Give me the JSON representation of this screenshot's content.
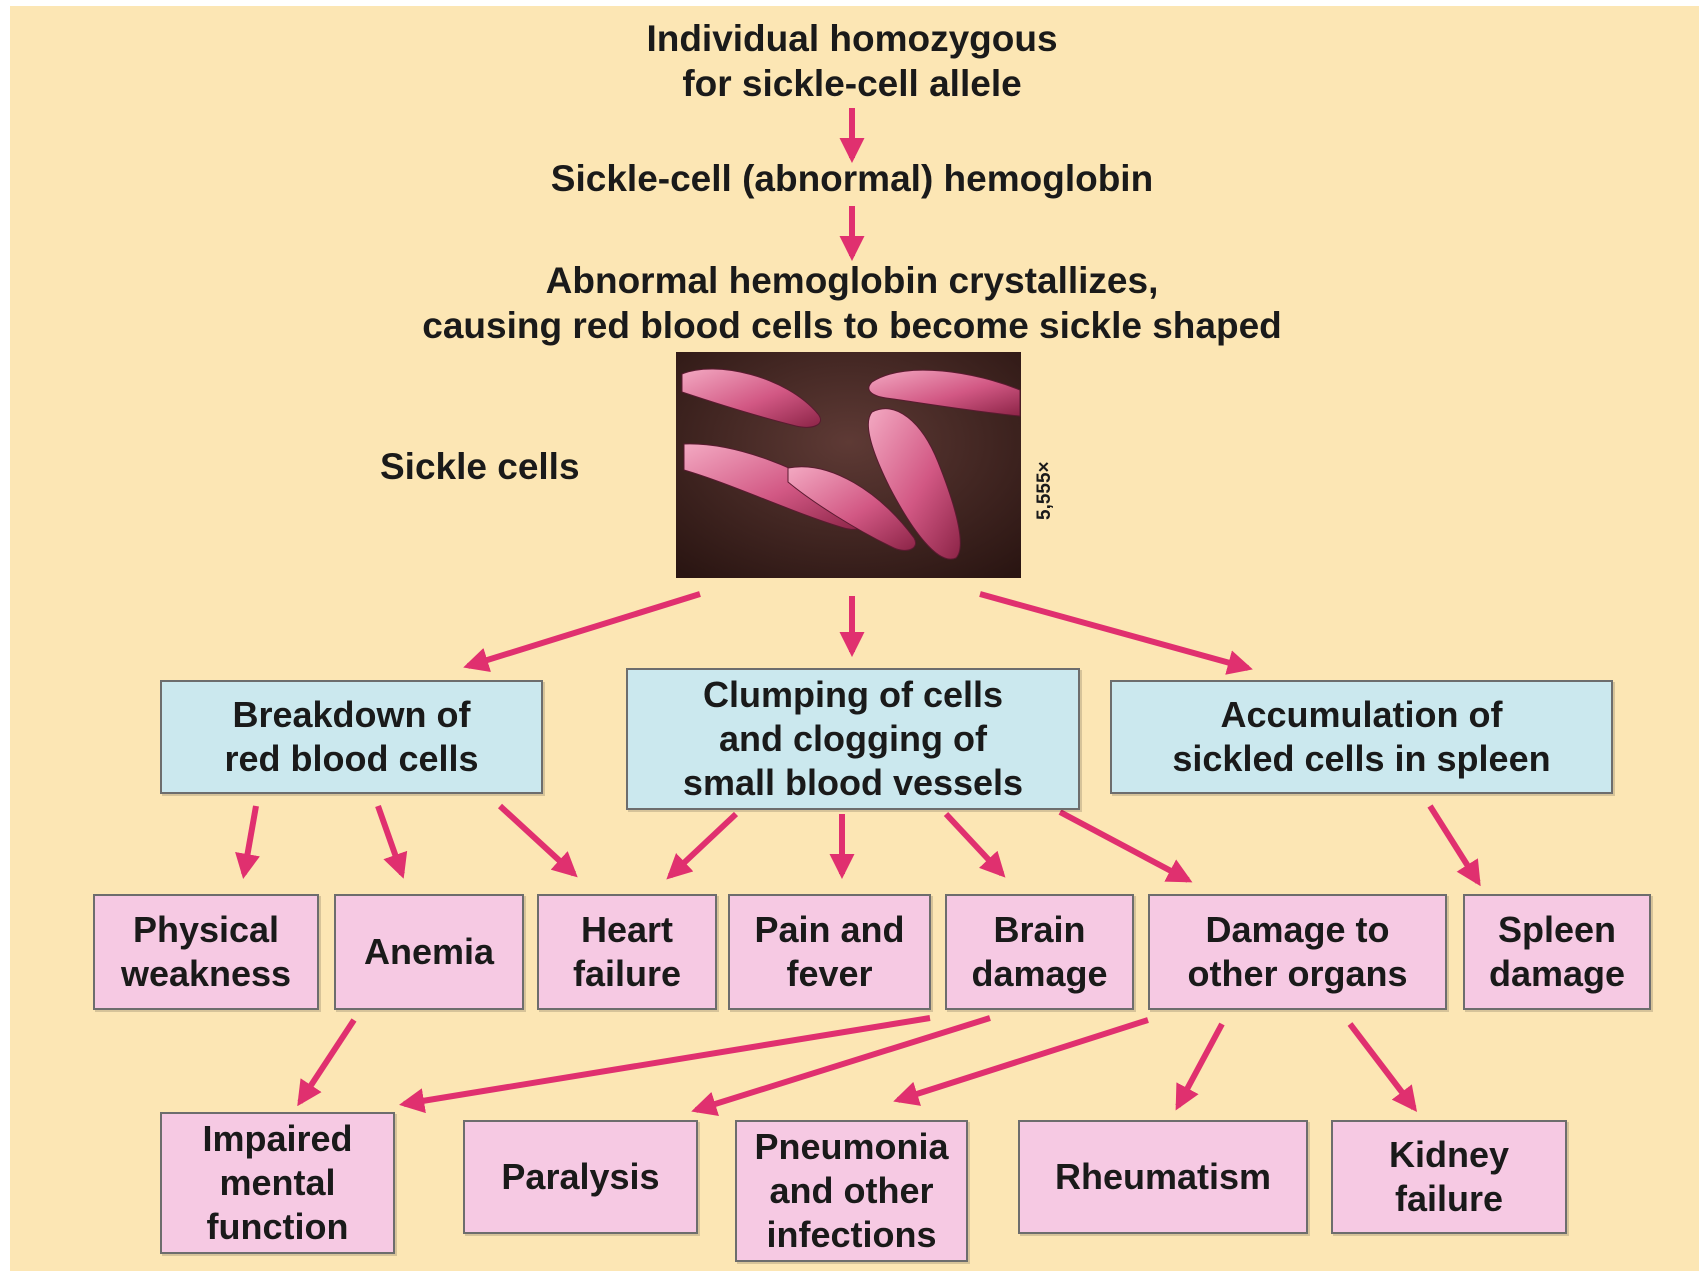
{
  "diagram": {
    "top": {
      "line1": "Individual homozygous",
      "line2": "for sickle-cell allele"
    },
    "step2": "Sickle-cell (abnormal) hemoglobin",
    "step3": {
      "line1": "Abnormal hemoglobin crystallizes,",
      "line2": "causing red blood cells to become sickle shaped"
    },
    "micrograph": {
      "label": "Sickle cells",
      "magnification": "5,555×"
    },
    "mechanisms": [
      {
        "lines": [
          "Breakdown of",
          "red blood cells"
        ]
      },
      {
        "lines": [
          "Clumping of cells",
          "and clogging of",
          "small blood vessels"
        ]
      },
      {
        "lines": [
          "Accumulation of",
          "sickled cells in spleen"
        ]
      }
    ],
    "effects": [
      {
        "lines": [
          "Physical",
          "weakness"
        ]
      },
      {
        "lines": [
          "Anemia"
        ]
      },
      {
        "lines": [
          "Heart",
          "failure"
        ]
      },
      {
        "lines": [
          "Pain and",
          "fever"
        ]
      },
      {
        "lines": [
          "Brain",
          "damage"
        ]
      },
      {
        "lines": [
          "Damage to",
          "other organs"
        ]
      },
      {
        "lines": [
          "Spleen",
          "damage"
        ]
      }
    ],
    "outcomes": [
      {
        "lines": [
          "Impaired",
          "mental",
          "function"
        ]
      },
      {
        "lines": [
          "Paralysis"
        ]
      },
      {
        "lines": [
          "Pneumonia",
          "and other",
          "infections"
        ]
      },
      {
        "lines": [
          "Rheumatism"
        ]
      },
      {
        "lines": [
          "Kidney",
          "failure"
        ]
      }
    ],
    "colors": {
      "background": "#fce6b4",
      "arrow": "#e0306f",
      "mechanism_box": "#cbe8ee",
      "effect_box": "#f6c9e3"
    }
  }
}
